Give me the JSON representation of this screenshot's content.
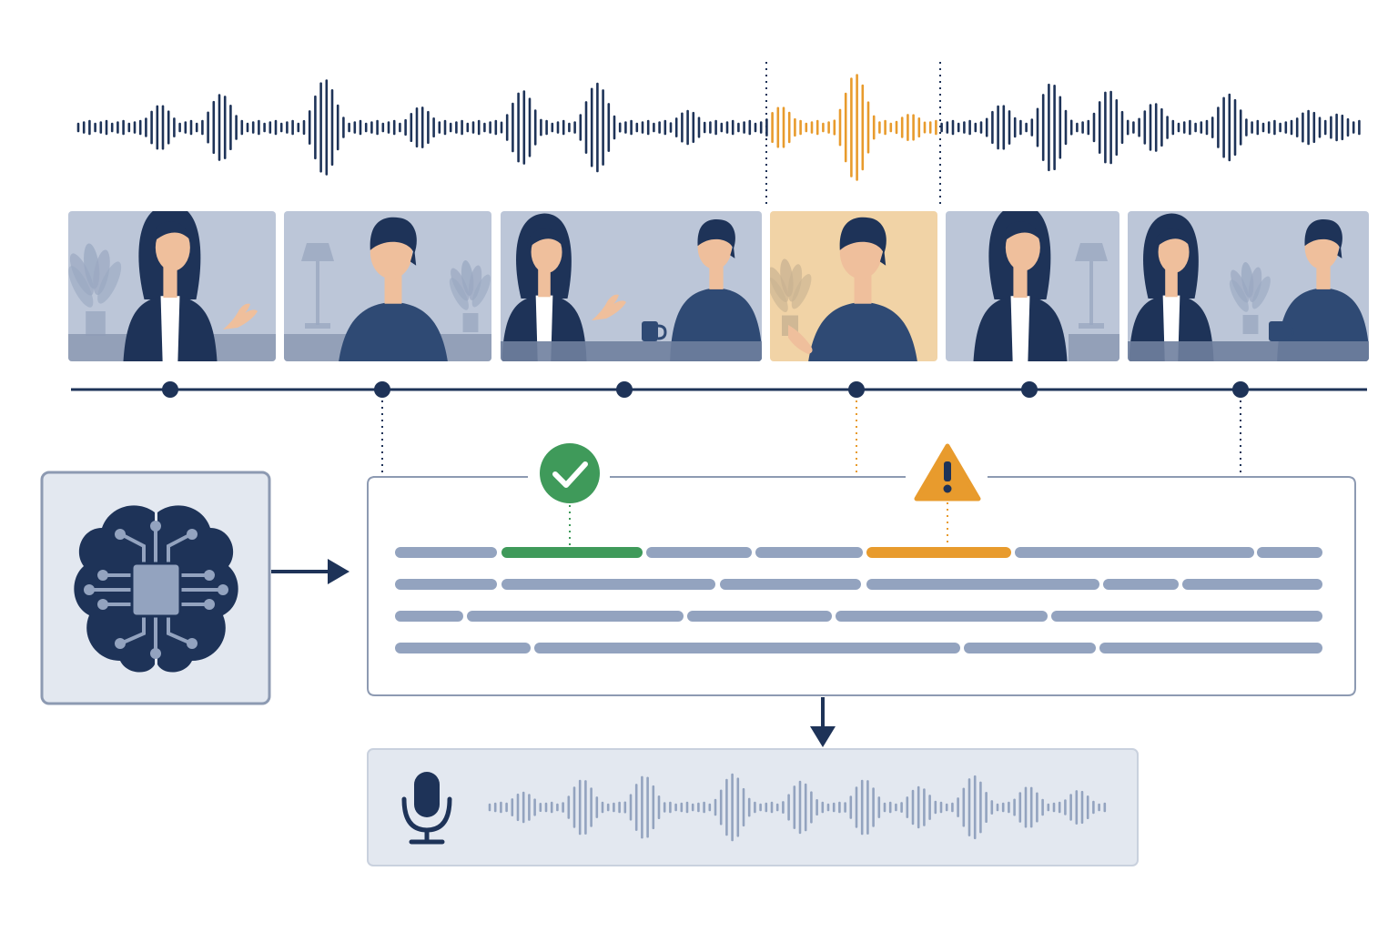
{
  "colors": {
    "navy": "#1e3358",
    "orange": "#e89b2d",
    "green": "#3f9a5a",
    "bar_gray": "#93a3bf",
    "panel_bg": "#e3e8f0",
    "panel_border": "#8d9ab2",
    "frame_bg": "#bcc6d8",
    "frame_highlight": "#f1d3a6",
    "skin": "#efbf9c",
    "shirt_light": "#ffffff"
  },
  "icons": {
    "brain": "brain-chip-icon",
    "check": "check-circle-icon",
    "warning": "warning-triangle-icon",
    "microphone": "microphone-icon",
    "arrow_right": "arrow-right-icon",
    "arrow_down": "arrow-down-icon"
  },
  "waveform": {
    "highlight": {
      "start_fraction": 0.538,
      "end_fraction": 0.672,
      "color": "orange"
    }
  },
  "video_frames": [
    {
      "scene": "woman-speaking",
      "highlighted": false
    },
    {
      "scene": "man-listening",
      "highlighted": false
    },
    {
      "scene": "two-people-at-table",
      "highlighted": false
    },
    {
      "scene": "man-speaking",
      "highlighted": true
    },
    {
      "scene": "woman-portrait",
      "highlighted": false
    },
    {
      "scene": "two-people-at-table",
      "highlighted": false
    }
  ],
  "timeline": {
    "markers": 6,
    "linked_markers": [
      1,
      3,
      5
    ]
  },
  "transcript": {
    "lines": 4,
    "flags": [
      {
        "type": "verified",
        "icon": "check-circle-icon",
        "color": "green"
      },
      {
        "type": "warning",
        "icon": "warning-triangle-icon",
        "color": "orange"
      }
    ]
  },
  "output": {
    "type": "audio",
    "icon": "microphone-icon"
  }
}
